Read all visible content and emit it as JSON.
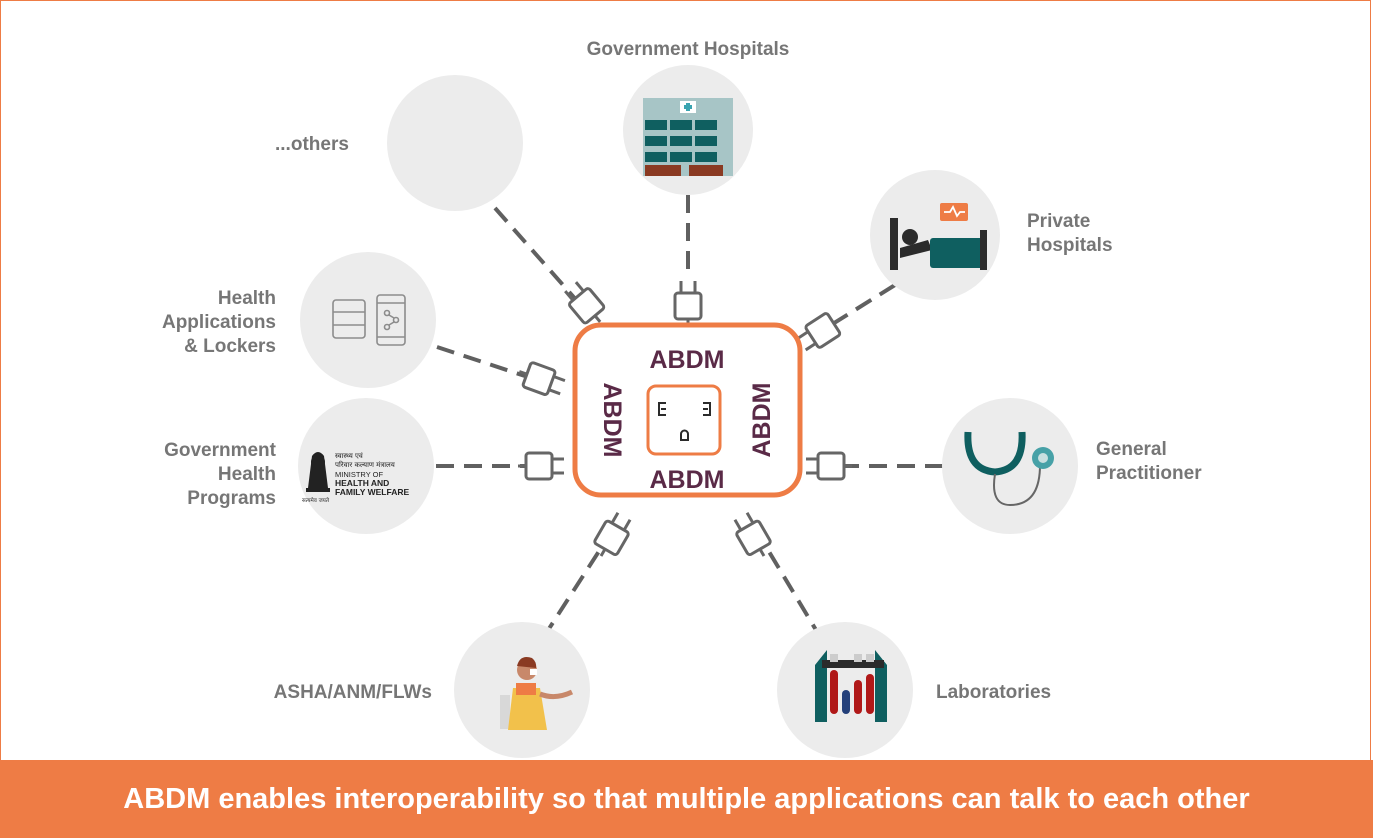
{
  "hub": {
    "labels": [
      "ABDM",
      "ABDM",
      "ABDM",
      "ABDM"
    ],
    "accent_color": "#ee7c45",
    "text_color": "#5a2a47"
  },
  "nodes": {
    "government_hospitals": "Government Hospitals",
    "private_hospitals": [
      "Private",
      "Hospitals"
    ],
    "general_practitioner": [
      "General",
      "Practitioner"
    ],
    "laboratories": "Laboratories",
    "asha": "ASHA/ANM/FLWs",
    "government_health_programs": [
      "Government",
      "Health",
      "Programs"
    ],
    "health_applications": [
      "Health",
      "Applications",
      "& Lockers"
    ],
    "others": "...others"
  },
  "mohfw_logo": {
    "hindi_line1": "स्वास्थ्य एवं",
    "hindi_line2": "परिवार कल्याण मंत्रालय",
    "line3": "MINISTRY OF",
    "line4": "HEALTH AND",
    "line5": "FAMILY WELFARE",
    "motto": "सत्यमेव जयते"
  },
  "icons": {
    "government_hospitals": "hospital-building-icon",
    "private_hospitals": "hospital-bed-icon",
    "general_practitioner": "stethoscope-icon",
    "laboratories": "test-tubes-icon",
    "asha": "health-worker-icon",
    "government_health_programs": "mohfw-emblem-icon",
    "health_applications": "database-phone-icon",
    "others": "empty-circle"
  },
  "banner": {
    "text": "ABDM enables interoperability so that multiple applications can talk to each other",
    "color": "#ee7c45"
  }
}
